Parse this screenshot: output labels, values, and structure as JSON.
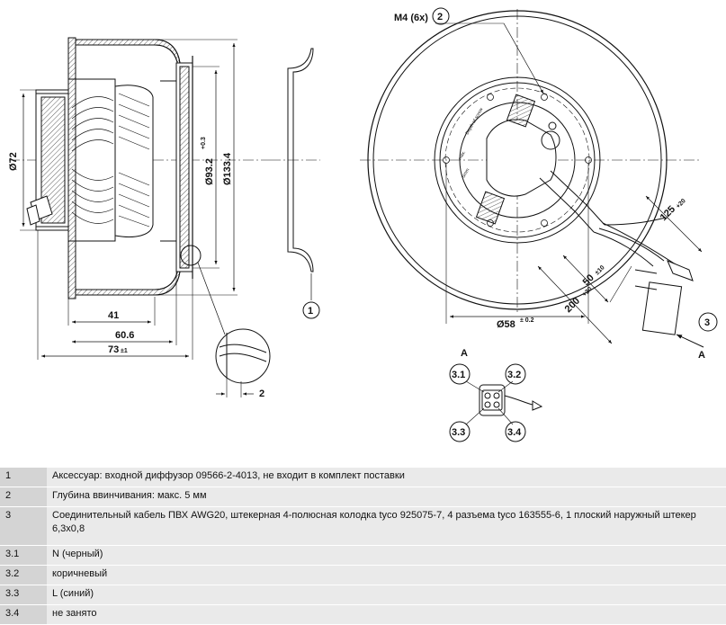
{
  "side_view": {
    "dim_diameter_72": "Ø72",
    "dim_diameter_93": "Ø93.2",
    "dim_diameter_93_tol": "+0.3",
    "dim_diameter_133": "Ø133.4",
    "dim_41": "41",
    "dim_60": "60.6",
    "dim_73": "73",
    "dim_73_tol": "±1",
    "dim_2": "2"
  },
  "front_view": {
    "thread_label": "M4 (6x)",
    "dim_diameter_58": "Ø58",
    "dim_diameter_58_tol": "± 0.2",
    "dim_125": "125",
    "dim_125_tol": "+20",
    "dim_50": "50",
    "dim_50_tol": "±10",
    "dim_200": "200",
    "dim_200_tol": "+20",
    "arrow_label": "A",
    "stamp_depth": "Depth of screw",
    "stamp_max": "max.",
    "stamp_5mm": "5mm"
  },
  "detail_view": {
    "title": "A"
  },
  "callouts": {
    "c1": "1",
    "c2": "2",
    "c3": "3",
    "c31": "3.1",
    "c32": "3.2",
    "c33": "3.3",
    "c34": "3.4"
  },
  "legend": [
    {
      "num": "1",
      "text": "Аксессуар: входной диффузор 09566-2-4013, не входит в комплект поставки"
    },
    {
      "num": "2",
      "text": "Глубина ввинчивания: макс. 5 мм"
    },
    {
      "num": "3",
      "text": "Соединительный кабель ПВХ AWG20, штекерная 4-полюсная колодка tyco 925075-7, 4 разъема tyco 163555-6, 1 плоский наружный штекер 6,3x0,8"
    },
    {
      "num": "3.1",
      "text": "N (черный)"
    },
    {
      "num": "3.2",
      "text": "коричневый"
    },
    {
      "num": "3.3",
      "text": "L (синий)"
    },
    {
      "num": "3.4",
      "text": "не занято"
    }
  ]
}
